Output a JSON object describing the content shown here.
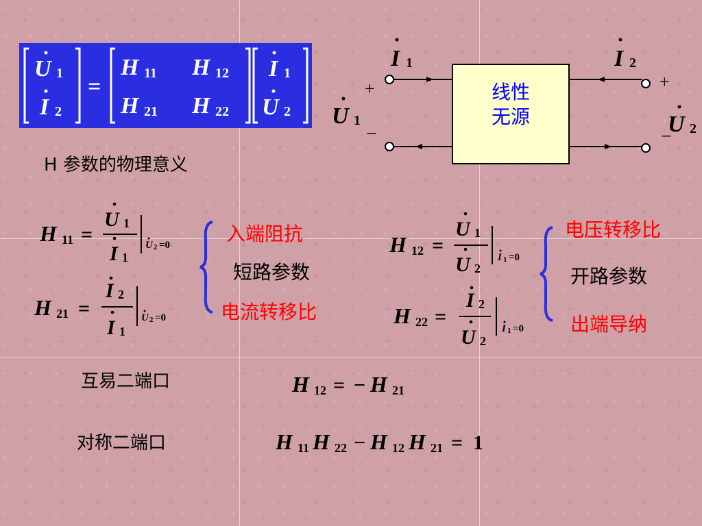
{
  "colors": {
    "background": "#cfa1a6",
    "matrix_box": "#2a2ee0",
    "device_box": "#ffffcc",
    "red_text": "#ff0000",
    "brace": "#2a2ee0"
  },
  "matrix_equation": {
    "lhs": [
      "U̇1",
      "İ2"
    ],
    "equals": "=",
    "H": [
      [
        "H11",
        "H12"
      ],
      [
        "H21",
        "H22"
      ]
    ],
    "rhs": [
      "İ1",
      "U̇2"
    ]
  },
  "circuit": {
    "block_text_line1": "线性",
    "block_text_line2": "无源",
    "port1_current": "İ1",
    "port2_current": "İ2",
    "port1_voltage": "U̇1",
    "port2_voltage": "U̇2",
    "plus_sign": "+",
    "minus_sign": "−"
  },
  "section_title": "H 参数的物理意义",
  "left_group": {
    "h11": "H11 = U̇1 / İ1 | U̇2=0",
    "h21": "H21 = İ2 / İ1 | U̇2=0",
    "label_top": "入端阻抗",
    "label_mid": "短路参数",
    "label_bottom": "电流转移比"
  },
  "right_group": {
    "h12": "H12 = U̇1 / U̇2 | İ1=0",
    "h22": "H22 = İ2 / U̇2 | İ1=0",
    "label_top": "电压转移比",
    "label_mid": "开路参数",
    "label_bottom": "出端导纳"
  },
  "reciprocal": {
    "label": "互易二端口",
    "condition": "H12 = −H21"
  },
  "symmetric": {
    "label": "对称二端口",
    "condition": "H11H22 − H12H21 = 1"
  }
}
